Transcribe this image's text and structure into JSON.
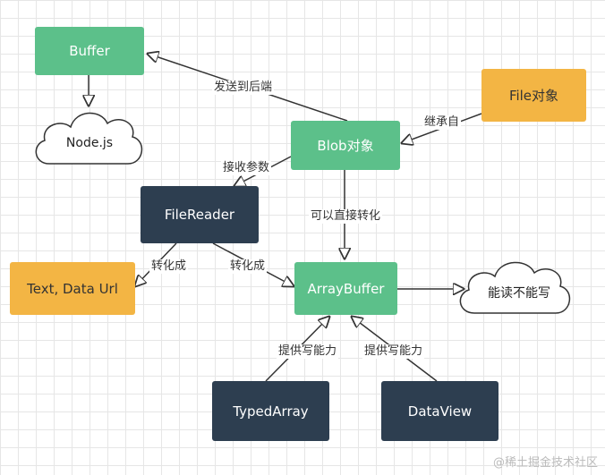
{
  "nodes": {
    "buffer": "Buffer",
    "nodejs": "Node.js",
    "file": "File对象",
    "blob": "Blob对象",
    "filereader": "FileReader",
    "text_dataurl": "Text, Data Url",
    "arraybuffer": "ArrayBuffer",
    "readwrite": "能读不能写",
    "typedarray": "TypedArray",
    "dataview": "DataView"
  },
  "edges": {
    "blob_to_buffer": "发送到后端",
    "file_to_blob": "继承自",
    "blob_to_filereader": "接收参数",
    "blob_to_arraybuffer": "可以直接转化",
    "filereader_to_text": "转化成",
    "filereader_to_arraybuffer": "转化成",
    "typedarray_to_arraybuffer": "提供写能力",
    "dataview_to_arraybuffer": "提供写能力"
  },
  "colors": {
    "green": "#5cc08a",
    "dark": "#2d3e50",
    "orange": "#f3b544"
  },
  "watermark": "@稀土掘金技术社区"
}
